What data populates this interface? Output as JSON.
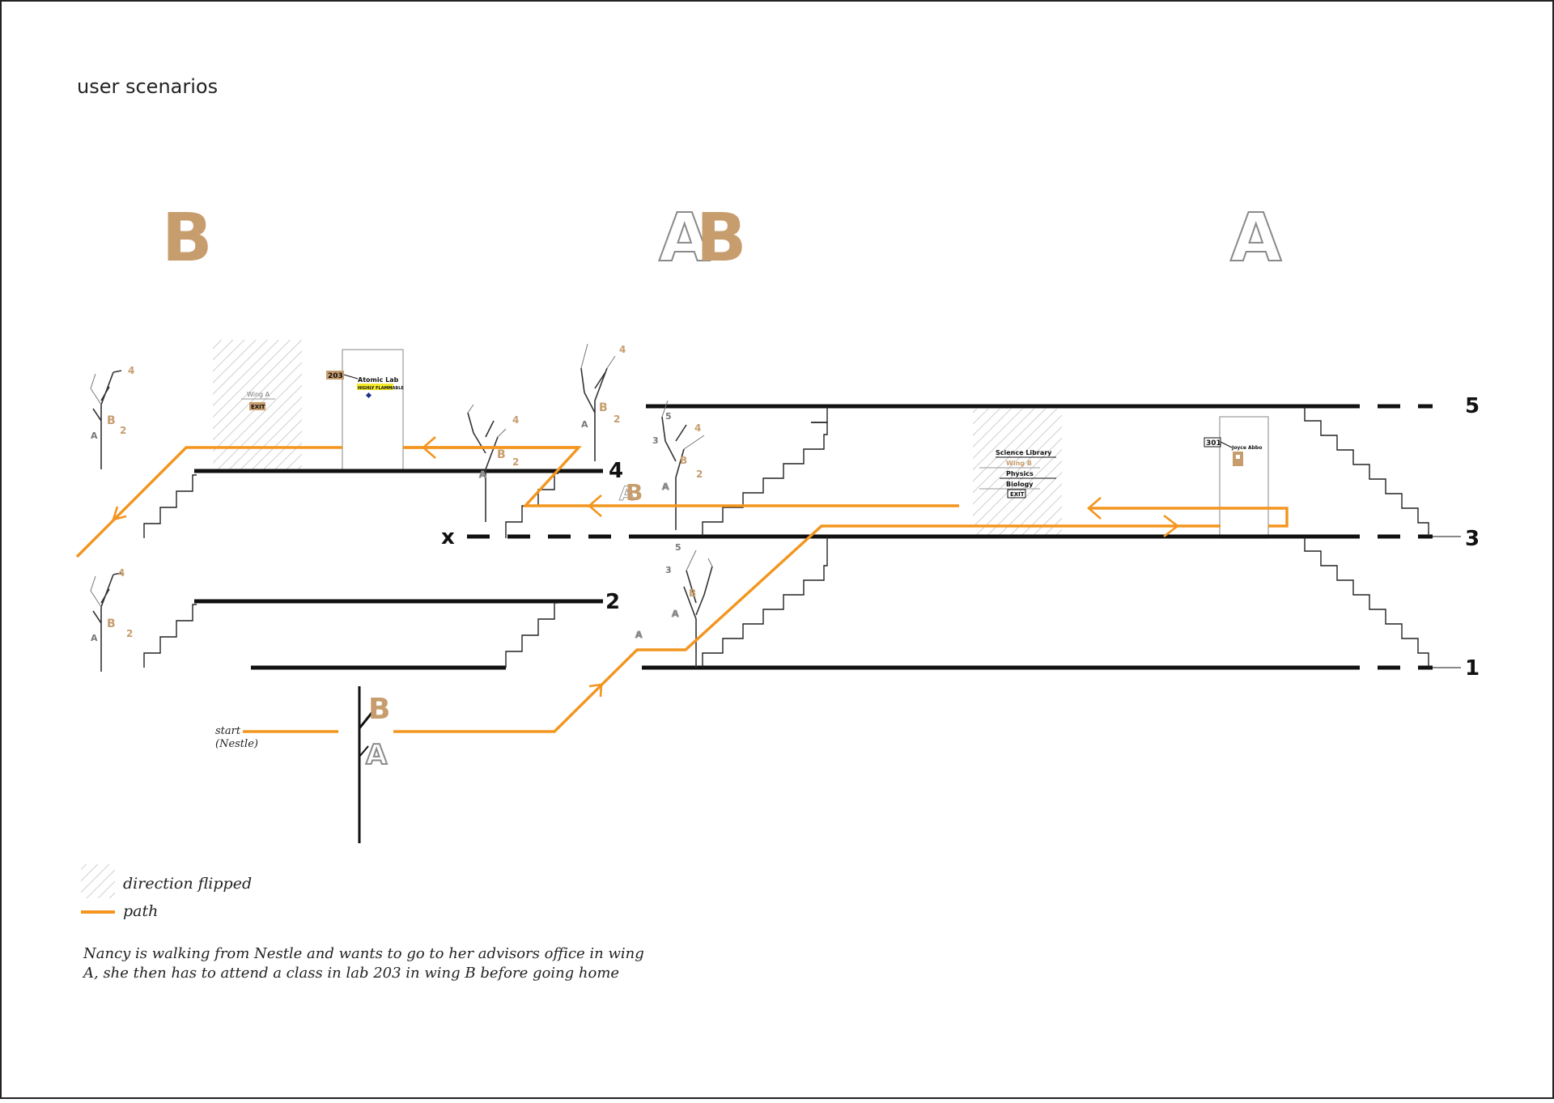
{
  "title": "user scenarios",
  "wing_headers": [
    "B",
    "A",
    "B",
    "A"
  ],
  "floors": {
    "top": "5",
    "upper": "4",
    "mid": "3",
    "lower": "2",
    "ground": "1",
    "missing": "x"
  },
  "door_203": {
    "number": "203",
    "name": "Atomic Lab",
    "warning": "HIGHLY FLAMMABLE"
  },
  "door_301": {
    "number": "301",
    "name": "Joyce Abbo"
  },
  "sign_left": {
    "wing": "Wing A",
    "exit": "EXIT"
  },
  "sign_right": {
    "items": [
      "Science Library",
      "Wing B",
      "Physics",
      "Biology",
      "EXIT"
    ]
  },
  "start_label": "start",
  "start_sub": "(Nestle)",
  "legend": {
    "flipped": "direction flipped",
    "path": "path"
  },
  "scenario": {
    "line1": "Nancy is walking from Nestle and wants to go to her advisors office in wing",
    "line2": "A, she then has to attend a class in lab 203 in wing B before going home"
  },
  "colors": {
    "path": "#f3951f",
    "wing_b": "#c79d6e",
    "hatch": "#d4d4d4",
    "line": "#111111"
  }
}
